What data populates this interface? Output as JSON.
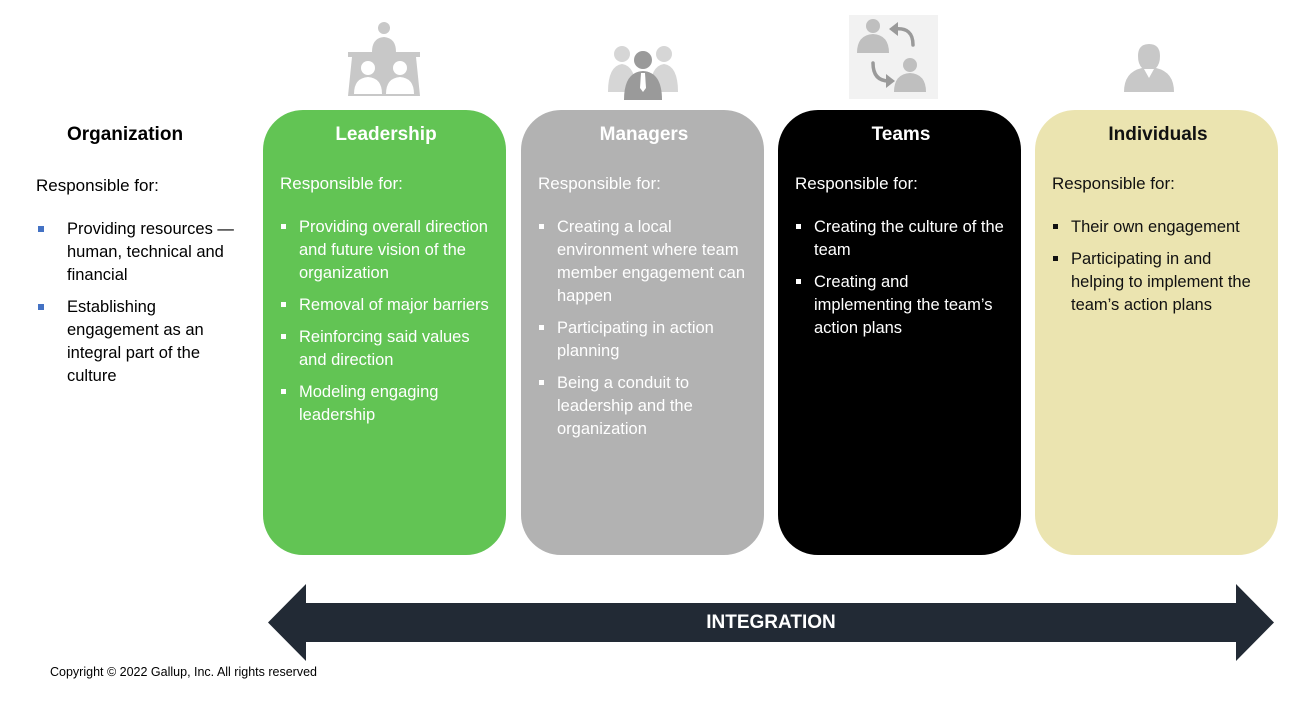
{
  "organization": {
    "title": "Organization",
    "responsible": "Responsible for:",
    "items": [
      "Providing resources — human, technical and financial",
      "Establishing engagement as an integral part of the culture"
    ]
  },
  "leadership": {
    "title": "Leadership",
    "responsible": "Responsible for:",
    "items": [
      "Providing overall direction and future vision of the organization",
      "Removal of major barriers",
      "Reinforcing said values and direction",
      "Modeling engaging leadership"
    ]
  },
  "managers": {
    "title": "Managers",
    "responsible": "Responsible for:",
    "items": [
      "Creating a local environment where team member engagement can happen",
      "Participating in action planning",
      "Being a conduit to leadership and the organization"
    ]
  },
  "teams": {
    "title": "Teams",
    "responsible": "Responsible for:",
    "items": [
      "Creating the culture of the team",
      "Creating and implementing the team’s action plans"
    ]
  },
  "individuals": {
    "title": "Individuals",
    "responsible": "Responsible for:",
    "items": [
      "Their own engagement",
      "Participating in and helping to implement the team’s action plans"
    ]
  },
  "integration": {
    "label": "INTEGRATION"
  },
  "copyright": "Copyright © 2022 Gallup, Inc. All rights reserved",
  "colors": {
    "leadership": "#62C454",
    "managers": "#B2B2B2",
    "teams": "#000000",
    "individuals": "#EBE4B0",
    "arrow": "#222A35",
    "bullet": "#4472C4"
  },
  "icons": {
    "leadership": "presenter-icon",
    "managers": "group-icon",
    "teams": "exchange-icon",
    "individuals": "person-icon"
  }
}
